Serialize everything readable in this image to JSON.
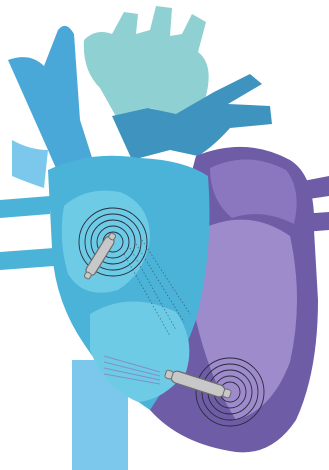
{
  "illustration": {
    "subject": "heart-with-leadless-pacemakers",
    "labels": []
  },
  "colors": {
    "background": "#ffffff",
    "vena_cava": "#4aa8d8",
    "vena_cava_light": "#7cc8ec",
    "aorta": "#8fd0d2",
    "pulmonary_artery": "#3f93bf",
    "right_heart": "#4bb2d8",
    "right_chamber": "#6dcbe6",
    "left_heart": "#6e5ca6",
    "left_heart_light": "#8a77bf",
    "left_chamber": "#9d8bcc",
    "pacemaker_body": "#c8c8c8",
    "pacemaker_outline": "#6d6d6d",
    "signal_rings": "#2b2b3a"
  },
  "devices": [
    {
      "name": "atrial-pacemaker",
      "chamber": "right-atrium"
    },
    {
      "name": "ventricular-pacemaker",
      "chamber": "right-ventricle"
    }
  ]
}
